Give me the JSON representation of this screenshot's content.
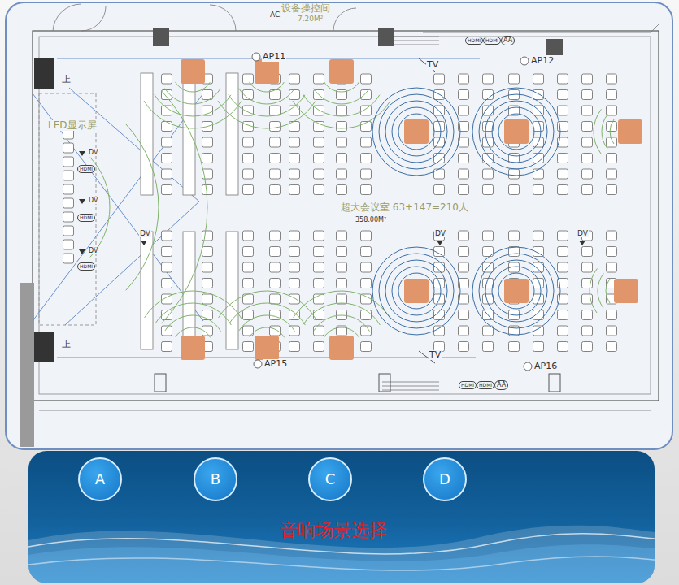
{
  "diagram": {
    "nodes": [
      {
        "text": [
          "音响场景选择"
        ]
      },
      {
        "text": [
          "A"
        ],
        "in": 0
      },
      {
        "text": [
          "B"
        ],
        "in": 0
      },
      {
        "text": [
          "C"
        ],
        "in": 0
      },
      {
        "text": [
          "D"
        ],
        "in": 0
      }
    ],
    "labels": [
      "设备操控间",
      "7.20M²",
      "AC",
      "AP11",
      "AP12",
      "AP15",
      "AP16",
      "TV",
      "TV",
      "HDMI",
      "HDMI",
      "AA",
      "HDMI",
      "HDMI",
      "AA",
      "LED显示屏",
      "上",
      "上",
      "DV",
      "HDMI",
      "DV",
      "HDMI",
      "DV",
      "HDMI",
      "DV",
      "DV",
      "DV",
      "超大会议室 63+147=210人",
      "358.00M²"
    ]
  }
}
